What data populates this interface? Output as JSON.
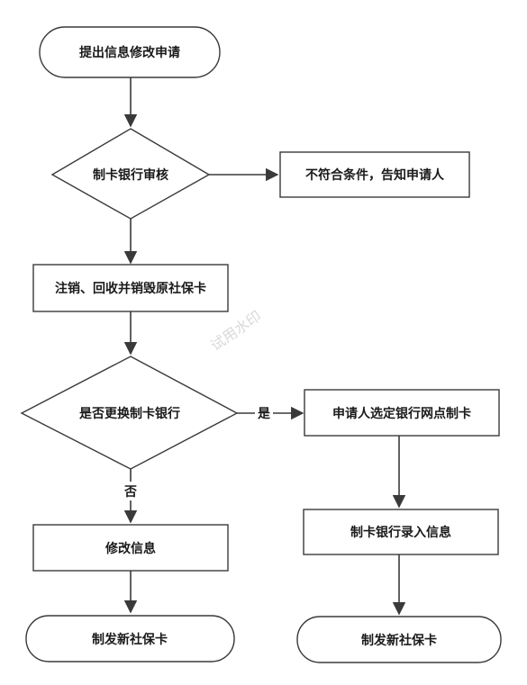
{
  "nodes": {
    "start": "提出信息修改申请",
    "review": "制卡银行审核",
    "reject": "不符合条件，告知申请人",
    "cancel": "注销、回收并销毁原社保卡",
    "change_bank": "是否更换制卡银行",
    "select_outlet": "申请人选定银行网点制卡",
    "modify_info": "修改信息",
    "bank_record": "制卡银行录入信息",
    "issue_left": "制发新社保卡",
    "issue_right": "制发新社保卡"
  },
  "edges": {
    "yes": "是",
    "no": "否"
  },
  "watermark": "试用水印"
}
